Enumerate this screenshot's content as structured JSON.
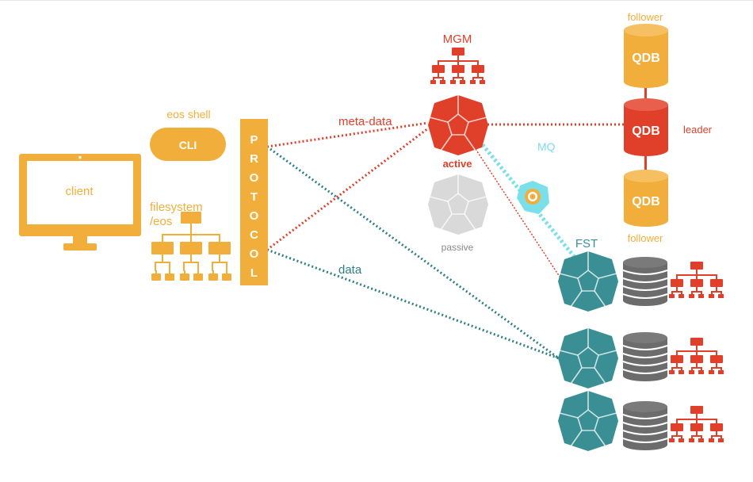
{
  "labels": {
    "client": "client",
    "eos_shell": "eos shell",
    "cli": "CLI",
    "filesystem_line1": "filesystem",
    "filesystem_line2": "/eos",
    "protocol": [
      "P",
      "R",
      "O",
      "T",
      "O",
      "C",
      "O",
      "L"
    ],
    "meta_data": "meta-data",
    "data": "data",
    "mgm": "MGM",
    "active": "active",
    "passive": "passive",
    "mq": "MQ",
    "fst": "FST",
    "qdb_top": "QDB",
    "qdb_mid": "QDB",
    "qdb_bottom": "QDB",
    "follower_top": "follower",
    "follower_bottom": "follower",
    "leader": "leader"
  },
  "colors": {
    "orange": "#f2ae3b",
    "red": "#e0402a",
    "teal": "#3a8f94",
    "cyan": "#7adfe8",
    "gray": "#d9d9d9",
    "disk_gray": "#6c6c6c",
    "dark_teal_link": "#2f7f83"
  }
}
